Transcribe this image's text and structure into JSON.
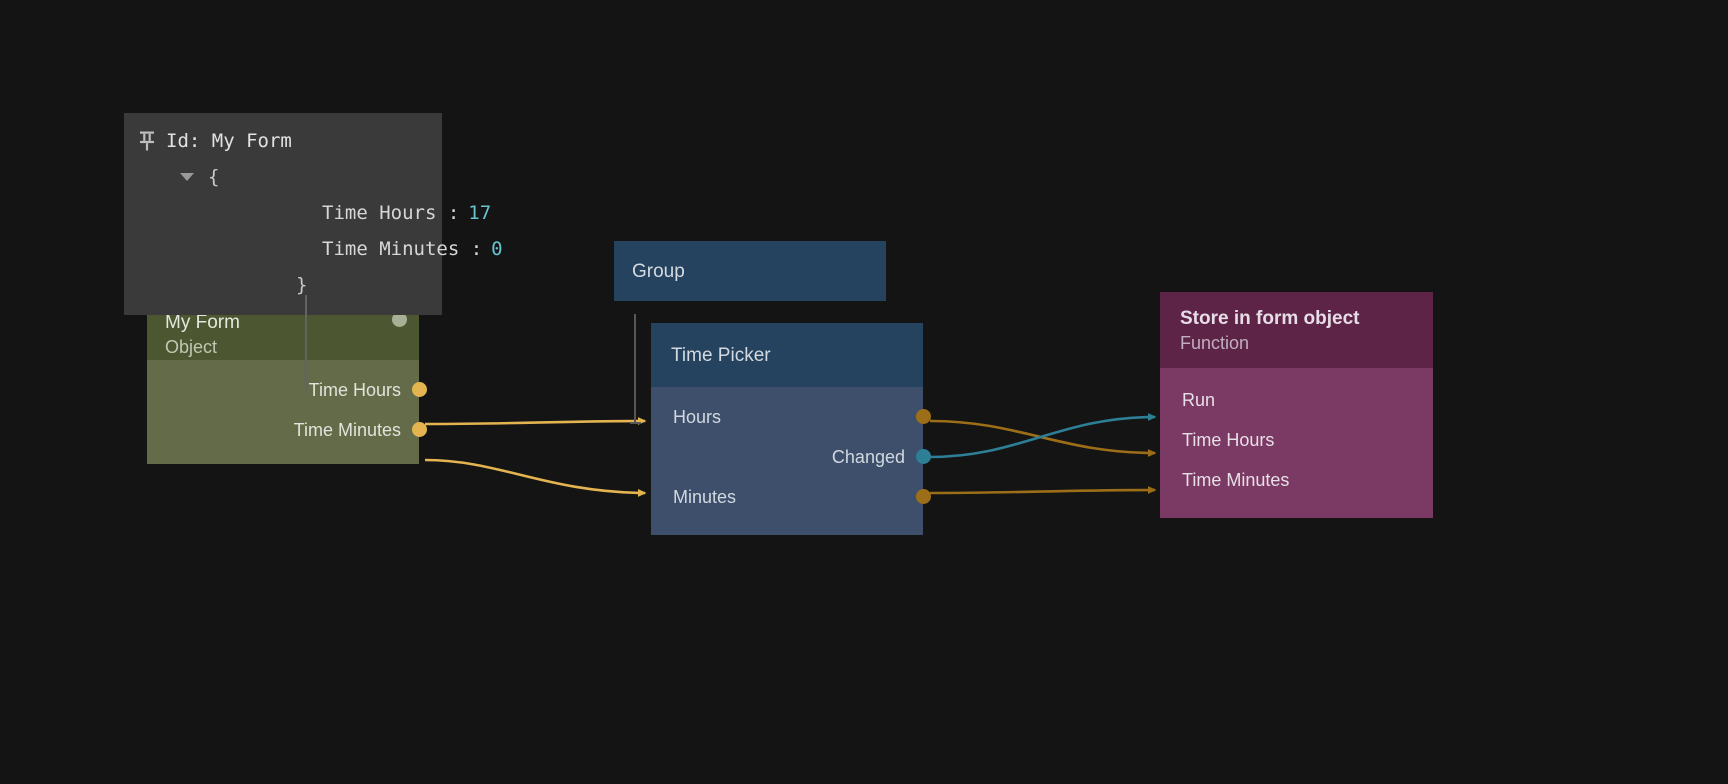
{
  "canvas": {
    "background": "#141414"
  },
  "inspector": {
    "pin_icon": "pin-icon",
    "title": "Id: My Form",
    "open_brace": "{",
    "close_brace": "}",
    "properties": [
      {
        "key": "Time Hours :",
        "value": "17"
      },
      {
        "key": "Time Minutes :",
        "value": "0"
      }
    ]
  },
  "nodes": [
    {
      "id": "myform",
      "title": "My Form",
      "subtitle": "Object",
      "header_color": "#4c5731",
      "body_color": "#636b49",
      "status_dot_color": "#a8af94",
      "outputs": [
        {
          "label": "Time Hours",
          "dot_color": "#e3b450"
        },
        {
          "label": "Time Minutes",
          "dot_color": "#e3b450"
        }
      ],
      "inputs": []
    },
    {
      "id": "group",
      "title": "Group",
      "subtitle": "",
      "header_color": "#25425f",
      "body_color": "",
      "outputs": [],
      "inputs": []
    },
    {
      "id": "timepicker",
      "title": "Time Picker",
      "subtitle": "",
      "header_color": "#25425f",
      "body_color": "#3d4f6a",
      "inputs": [
        {
          "label": "Hours"
        },
        {
          "label": "Minutes"
        }
      ],
      "outputs": [
        {
          "label": "",
          "dot_color": "#9c6e18"
        },
        {
          "label": "Changed",
          "dot_color": "#2d7f96"
        },
        {
          "label": "",
          "dot_color": "#9c6e18"
        }
      ]
    },
    {
      "id": "store",
      "title": "Store in form object",
      "subtitle": "Function",
      "header_color": "#5e2448",
      "body_color": "#7a3a63",
      "inputs": [
        {
          "label": "Run",
          "wire_color": "#2d7f96"
        },
        {
          "label": "Time Hours",
          "wire_color": "#9c6e18"
        },
        {
          "label": "Time Minutes",
          "wire_color": "#9c6e18"
        }
      ],
      "outputs": []
    }
  ],
  "colors": {
    "wire_gold_bright": "#e3b450",
    "wire_gold_dark": "#9c6e18",
    "wire_teal": "#2d7f96",
    "tether_gray": "#575757"
  }
}
